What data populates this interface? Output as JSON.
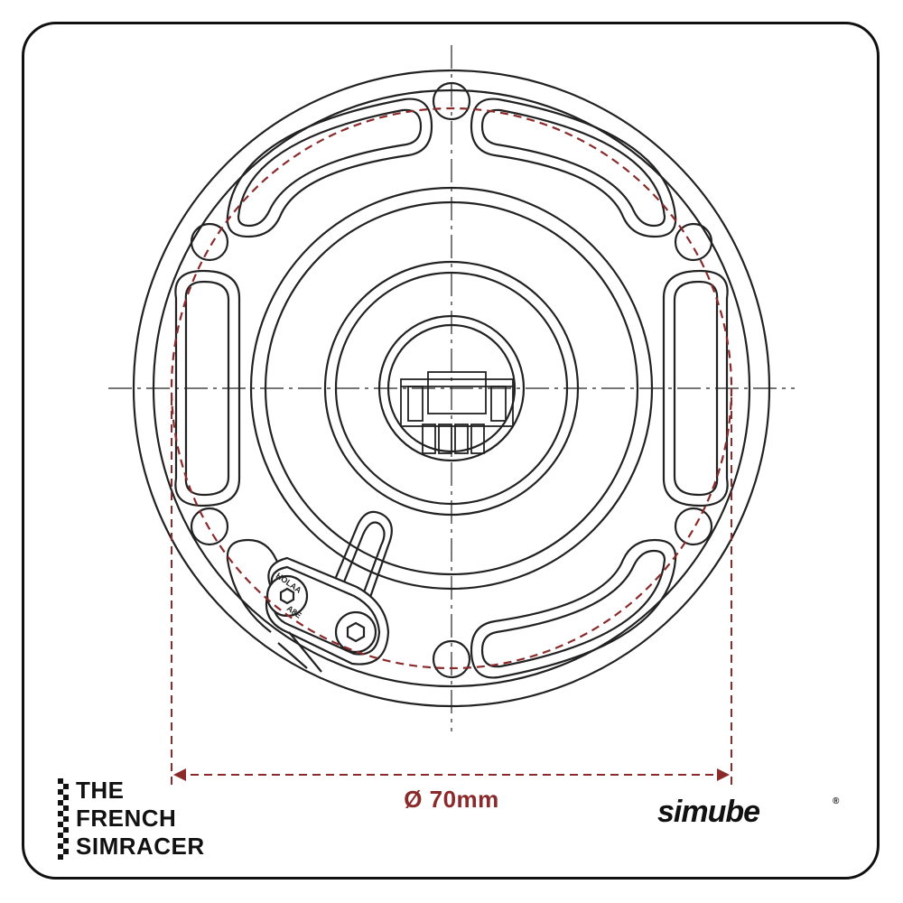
{
  "diagram": {
    "dimension_label": "Ø 70mm",
    "line_color": "#222222",
    "dimension_color": "#8b2a2a",
    "bolt_marking_top": "HOLAA",
    "bolt_marking_bottom": "A8E"
  },
  "branding": {
    "left_line1": "THE",
    "left_line2": "FRENCH",
    "left_line3": "SIMRACER",
    "right_logo": "simube",
    "right_logo_mark": "®"
  }
}
